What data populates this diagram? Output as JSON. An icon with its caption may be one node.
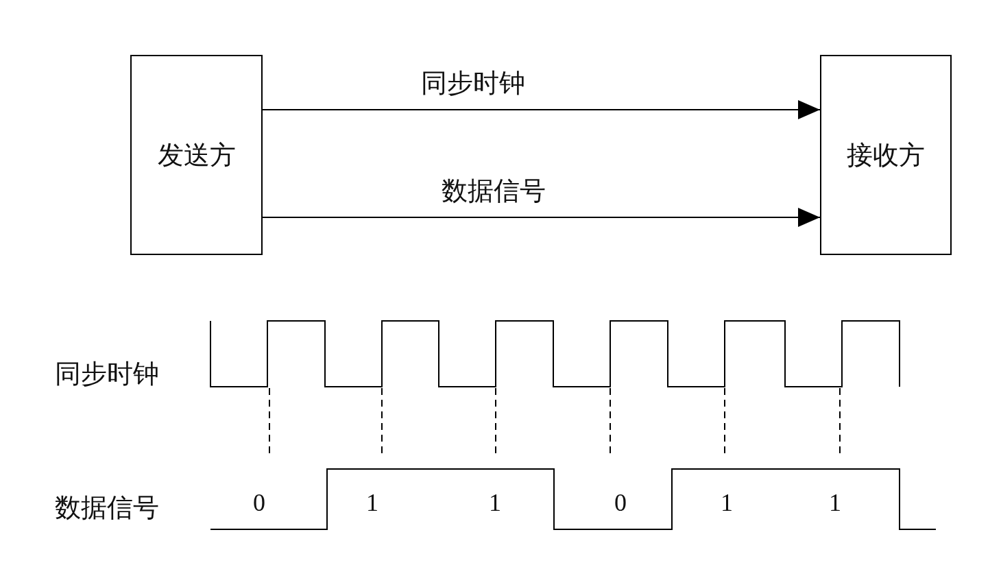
{
  "diagram": {
    "nodes": [
      {
        "text": [
          "发送方"
        ]
      },
      {
        "text": [
          "接收方"
        ]
      }
    ],
    "edges": [
      {
        "from": 0,
        "to": 1,
        "arrow": "to",
        "label": "同步时钟"
      },
      {
        "from": 0,
        "to": 1,
        "arrow": "to",
        "label": "数据信号"
      }
    ],
    "labels": [
      "同步时钟",
      "数据信号",
      "0",
      "1",
      "1",
      "0",
      "1",
      "1"
    ]
  }
}
